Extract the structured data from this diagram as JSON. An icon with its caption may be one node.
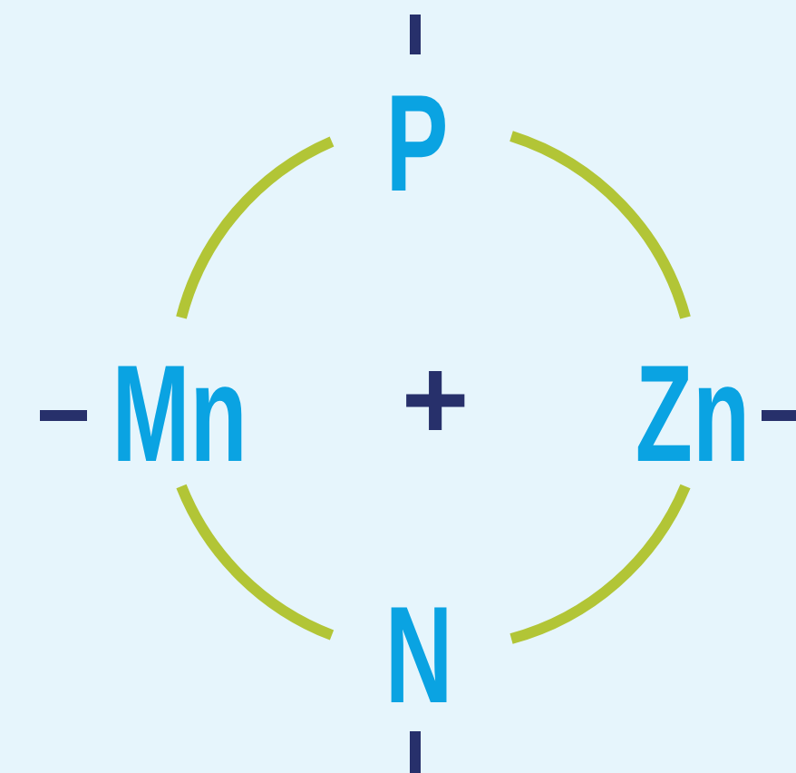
{
  "diagram": {
    "labels": [
      "P",
      "Mn",
      "+",
      "Zn",
      "N"
    ]
  }
}
